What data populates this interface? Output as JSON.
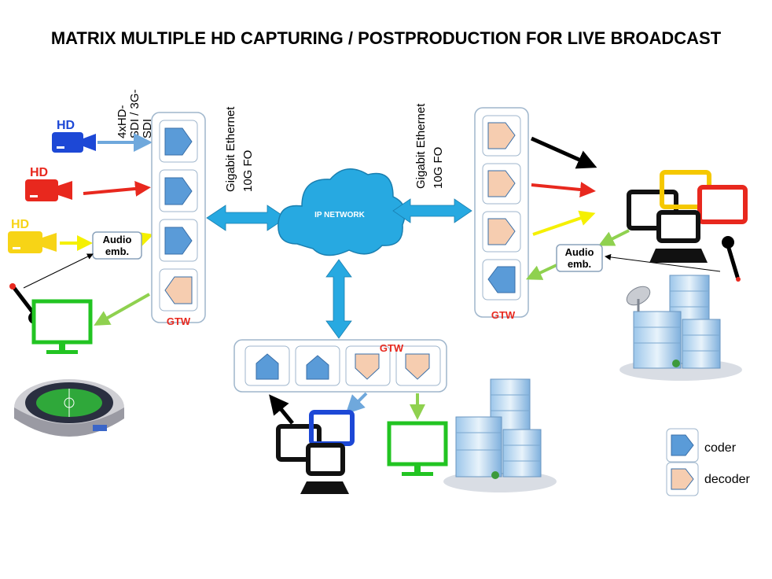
{
  "title": "MATRIX MULTIPLE HD CAPTURING / POSTPRODUCTION FOR LIVE BROADCAST",
  "labels": {
    "sdi_left_1": "4xHD-",
    "sdi_left_2": "SDI / 3G-",
    "sdi_left_3": "SDI",
    "gige_left_1": "Gigabit Ethernet",
    "gige_left_2": "10G FO",
    "gige_right_1": "Gigabit Ethernet",
    "gige_right_2": "10G FO",
    "ip_network": "IP NETWORK",
    "gtw_left": "GTW",
    "gtw_right": "GTW",
    "gtw_bottom": "GTW",
    "audio_left_1": "Audio",
    "audio_left_2": "emb.",
    "audio_right_1": "Audio",
    "audio_right_2": "emb."
  },
  "cameras": [
    {
      "label": "HD",
      "color": "#1d48d6"
    },
    {
      "label": "HD",
      "color": "#e8281e"
    },
    {
      "label": "HD",
      "color": "#f7d416"
    }
  ],
  "legend": {
    "coder": "coder",
    "decoder": "decoder"
  },
  "colors": {
    "coder_fill": "#5a9bd8",
    "decoder_fill": "#f6cdb0",
    "gateway_border": "#9fb6cc",
    "network_blue": "#27a9e1",
    "arrow_green": "#8fd14f",
    "arrow_black": "#000000",
    "arrow_red": "#e8281e",
    "arrow_yellow": "#f5f000",
    "arrow_lightblue": "#6fa8dc",
    "monitor_green": "#22c422"
  }
}
